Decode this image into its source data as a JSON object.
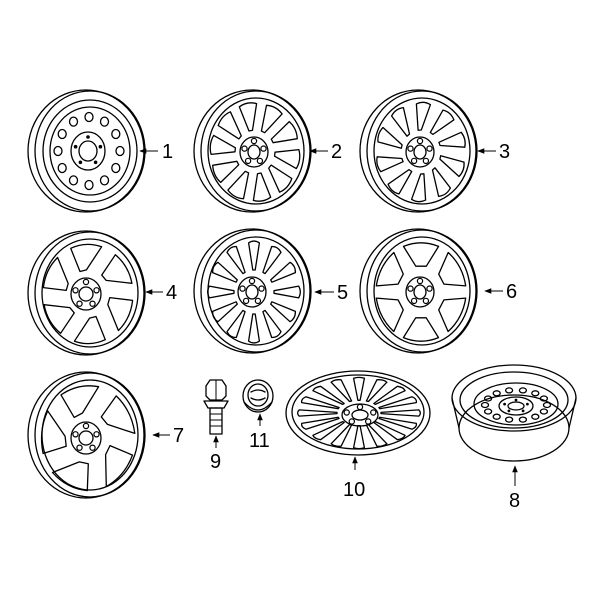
{
  "diagram": {
    "labels": {
      "p1": "1",
      "p2": "2",
      "p3": "3",
      "p4": "4",
      "p5": "5",
      "p6": "6",
      "p7": "7",
      "p8": "8",
      "p9": "9",
      "p10": "10",
      "p11": "11"
    }
  }
}
